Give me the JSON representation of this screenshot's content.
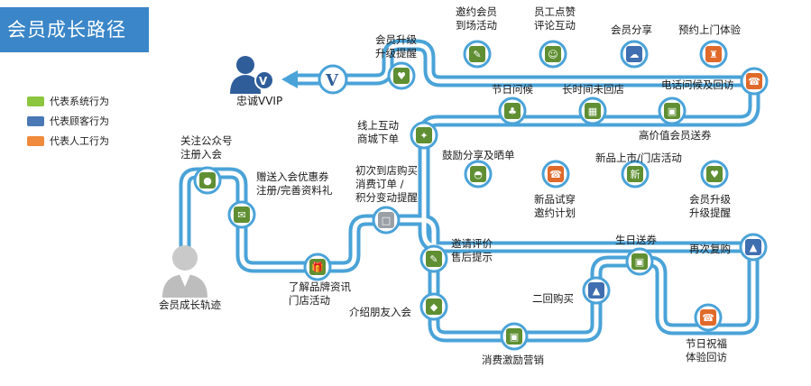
{
  "title": "会员成长路径",
  "legend": [
    {
      "label": "代表系统行为",
      "color": "#8cc63f"
    },
    {
      "label": "代表顾客行为",
      "color": "#4a78b5"
    },
    {
      "label": "代表人工行为",
      "color": "#f08a3c"
    }
  ],
  "start_label": "会员成长轨迹",
  "end_label": "忠诚VVIP",
  "nodes": [
    {
      "id": "follow",
      "lines": [
        "关注公众号",
        "注册入会"
      ]
    },
    {
      "id": "coupon",
      "lines": [
        "赠送入会优惠券",
        "注册/完善资料礼"
      ]
    },
    {
      "id": "brand",
      "lines": [
        "了解品牌资讯",
        "门店活动"
      ]
    },
    {
      "id": "first-buy",
      "lines": [
        "初次到店购买",
        "消费订单 /",
        "积分变动提醒"
      ]
    },
    {
      "id": "review",
      "lines": [
        "邀请评价",
        "售后提示"
      ]
    },
    {
      "id": "refer",
      "lines": [
        "介绍朋友入会"
      ]
    },
    {
      "id": "incentive",
      "lines": [
        "消费激励营销"
      ]
    },
    {
      "id": "second-buy",
      "lines": [
        "二回购买"
      ]
    },
    {
      "id": "birthday",
      "lines": [
        "生日送券"
      ]
    },
    {
      "id": "holiday-care",
      "lines": [
        "节日祝福",
        "体验回访"
      ]
    },
    {
      "id": "repurchase",
      "lines": [
        "再次复购"
      ]
    },
    {
      "id": "upgrade-1",
      "lines": [
        "会员升级",
        "升级提醒"
      ]
    },
    {
      "id": "new-product",
      "lines": [
        "新品上市/门店活动"
      ]
    },
    {
      "id": "try-on",
      "lines": [
        "新品试穿",
        "邀约计划"
      ]
    },
    {
      "id": "share-show",
      "lines": [
        "鼓励分享及晒单"
      ]
    },
    {
      "id": "online",
      "lines": [
        "线上互动",
        "商城下单"
      ]
    },
    {
      "id": "holiday-greet",
      "lines": [
        "节日问候"
      ]
    },
    {
      "id": "long-time",
      "lines": [
        "长时间未回店"
      ]
    },
    {
      "id": "gift-coupon",
      "lines": [
        "高价值会员送券"
      ]
    },
    {
      "id": "phone-visit",
      "lines": [
        "电话问候及回访"
      ]
    },
    {
      "id": "visit-exp",
      "lines": [
        "预约上门体验"
      ]
    },
    {
      "id": "member-share",
      "lines": [
        "会员分享"
      ]
    },
    {
      "id": "staff-like",
      "lines": [
        "员工点赞",
        "评论互动"
      ]
    },
    {
      "id": "invite",
      "lines": [
        "邀约会员",
        "到场活动"
      ]
    },
    {
      "id": "upgrade-2",
      "lines": [
        "会员升级",
        "升级提醒"
      ]
    }
  ],
  "colors": {
    "track": "#4aa3d8",
    "track_fill": "#ffffff",
    "node_fill": "#e6f1e1",
    "icon_green": "#5f8f32"
  }
}
